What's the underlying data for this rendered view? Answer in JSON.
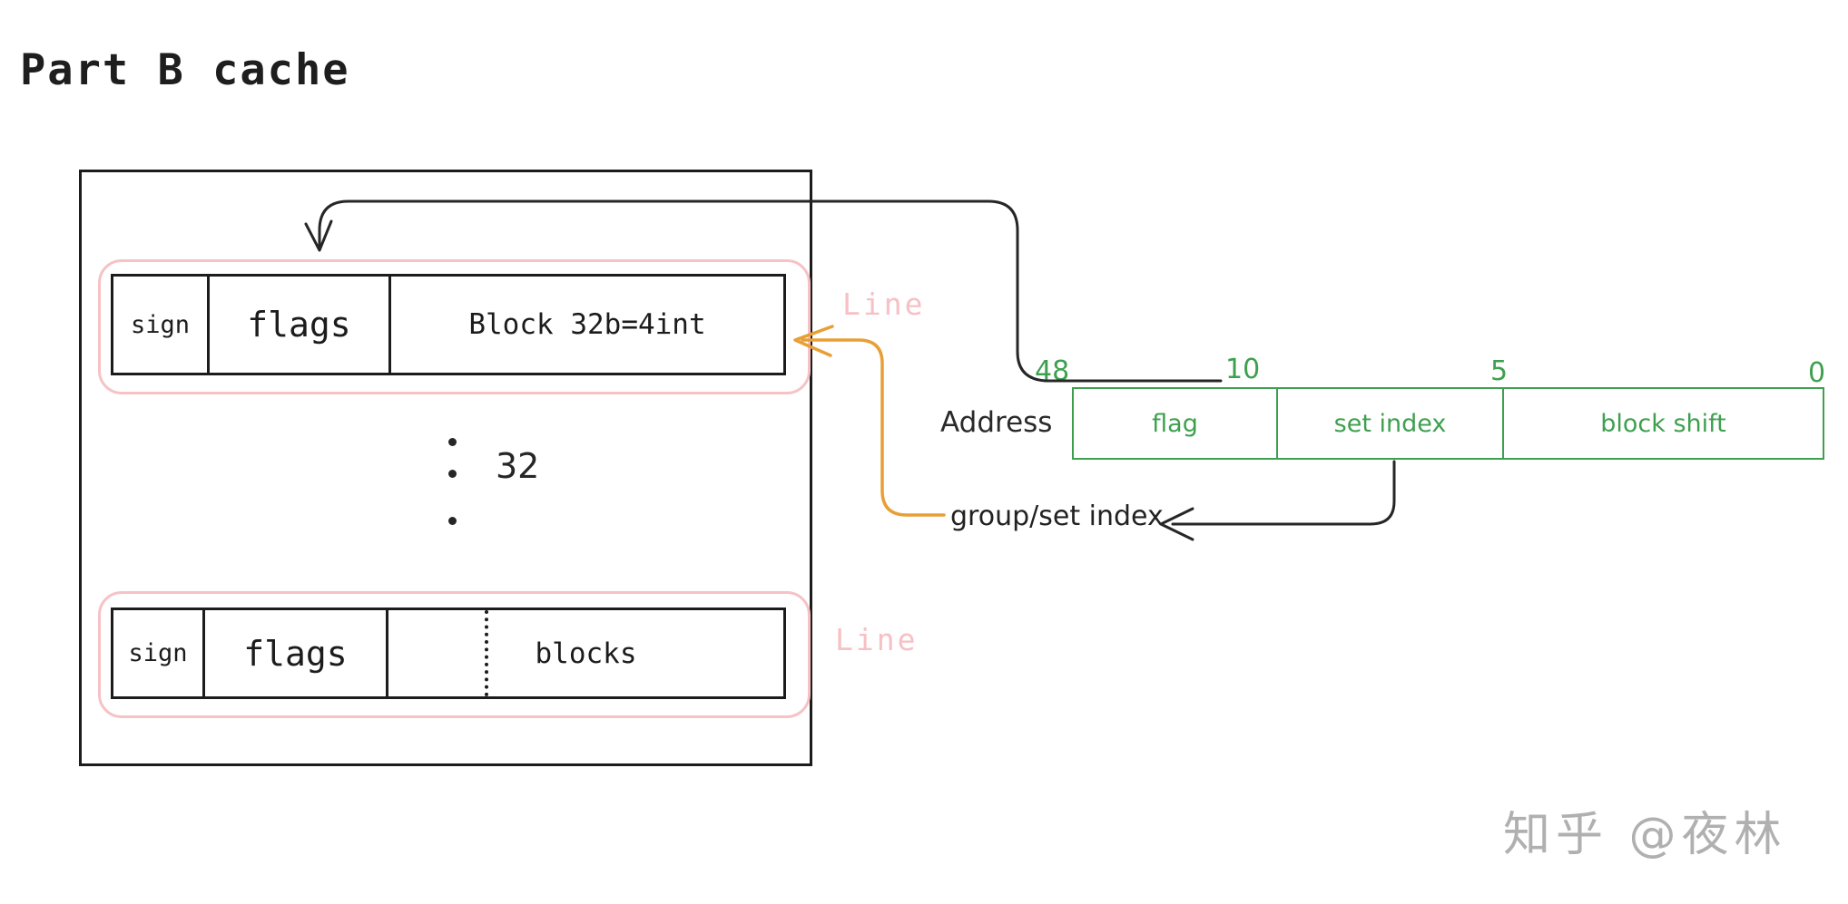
{
  "title": "Part B cache",
  "cache": {
    "line1": {
      "label": "Line",
      "cells": [
        "sign",
        "flags",
        "Block 32b=4int"
      ]
    },
    "line2": {
      "label": "Line",
      "cells": [
        "sign",
        "flags",
        "blocks"
      ]
    },
    "count": "32"
  },
  "address": {
    "label": "Address",
    "fields": [
      {
        "name": "flag"
      },
      {
        "name": "set index"
      },
      {
        "name": "block shift"
      }
    ],
    "bit_marks": [
      "48",
      "10",
      "5",
      "0"
    ]
  },
  "annotations": {
    "group_set_index": "group/set index"
  },
  "watermark": "知乎 @夜林",
  "colors": {
    "ink": "#1c1c1c",
    "pink_accent": "#f6c2c5",
    "orange_accent": "#e89f35",
    "green_accent": "#3ea04f",
    "watermark_gray": "#b0b0b0"
  }
}
